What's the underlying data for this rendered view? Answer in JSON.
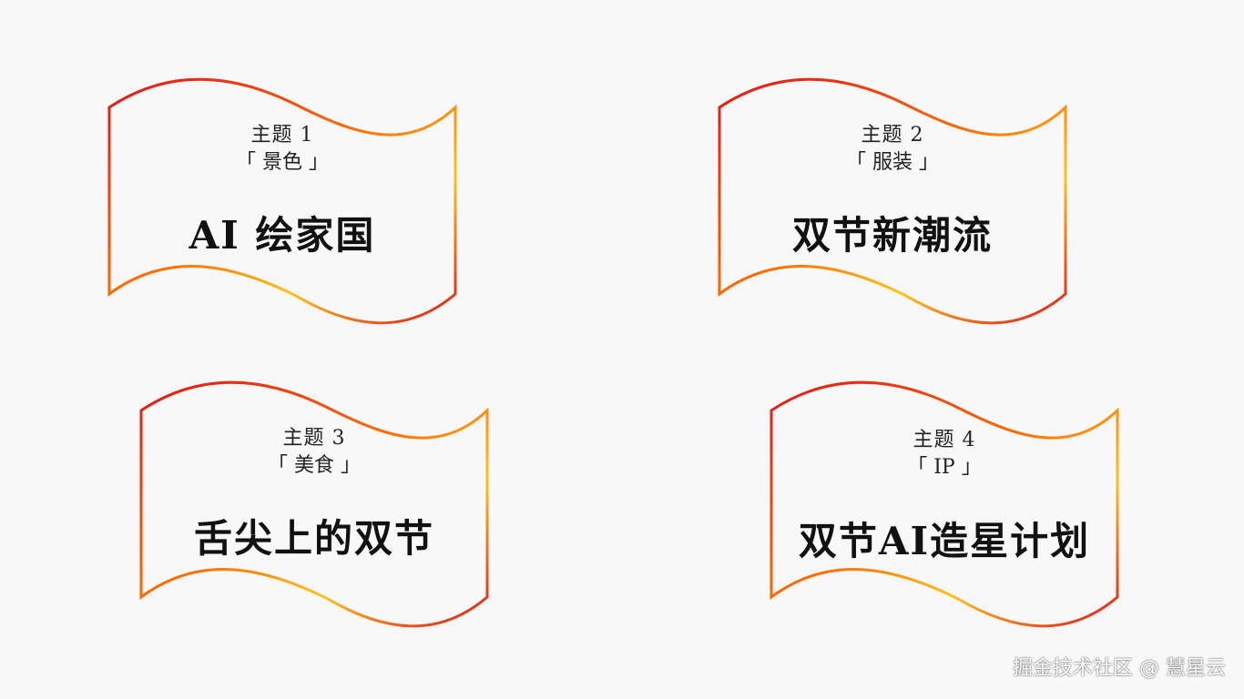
{
  "colors": {
    "flag_red": "#e0161a",
    "flag_orange": "#ff6a00",
    "flag_yellow": "#ffc21a",
    "background": "#f8f8f8"
  },
  "cards": [
    {
      "topic": "主题 1",
      "sub": "「 景色 」",
      "title": "AI 绘家国"
    },
    {
      "topic": "主题 2",
      "sub": "「 服装 」",
      "title": "双节新潮流"
    },
    {
      "topic": "主题 3",
      "sub": "「 美食 」",
      "title": "舌尖上的双节"
    },
    {
      "topic": "主题 4",
      "sub": "「 IP 」",
      "title": "双节AI造星计划"
    }
  ],
  "watermark": "掘金技术社区 @ 慧星云"
}
